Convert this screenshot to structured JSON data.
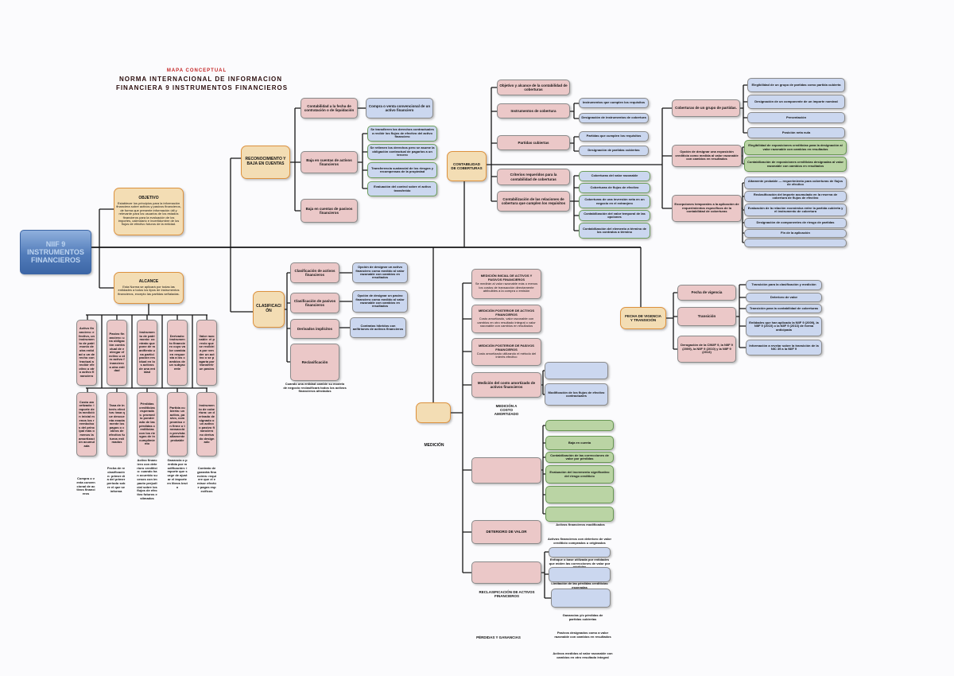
{
  "palette": {
    "title_red": "#c42525",
    "pink": "#ebc8c8",
    "blue": "#cbd7ef",
    "green": "#bad4a4",
    "orange_fill": "#f3ddb4",
    "orange_border": "#dd923e",
    "root_blue": "#4a74b5",
    "line": "#141414"
  },
  "page": {
    "title_red": "MAPA CONCEPTUAL",
    "title_line1": "NORMA INTERNACIONAL DE INFORMACION",
    "title_line2": "FINANCIERA 9   INSTRUMENTOS FINANCIEROS"
  },
  "root": {
    "label": "NIIF 9\nINSTRUMENTOS\nFINANCIEROS"
  },
  "objetivo": {
    "title": "OBJETIVO",
    "body": "Establecer los principios para la información financiera sobre activos y pasivos financieros, de forma que presente información útil y relevante para los usuarios de los estados financieros para la evaluación de los importes, calendario e incertidumbre de los flujos de efectivo futuros de la entidad."
  },
  "alcance": {
    "title": "ALCANCE",
    "body": "Esta Norma se aplicará por todas las entidades a todos los tipos de instrumentos financieros, excepto las partidas señaladas."
  },
  "definiciones": {
    "row1": [
      "Activo financiero: efectivo, un instrumento de patrimonio de otra entidad o un derecho contractual a recibir efectivo u otro activo financiero",
      "Pasivo financiero: una obligación contractual de entregar efectivo u otro activo financiero a otra entidad",
      "Instrumento de patrimonio: contrato que pone de manifiesto una participación residual en los activos de una entidad",
      "Derivado: instrumento financiero cuyo valor cambia en respuesta a los cambios de un subyacente",
      "Valor razonable: el precio que se recibiría por vender un activo o se pagaría por transferir un pasivo"
    ],
    "row2": [
      "Costo amortizado: importe de la medición inicial menos los reembolsos del principal más o menos la amortización acumulada",
      "Tasa de interés efectiva: tasa que descuenta exactamente los pagos o cobros de efectivo futuros estimados",
      "Pérdidas crediticias esperadas: promedio ponderado de las pérdidas crediticias con los riesgos de incumplimiento",
      "Partida cubierta: un activo, pasivo, compromiso en firme o transacción prevista altamente probable",
      "Instrumento de cobertura: un derivado designado o un activo o pasivo financiero no derivado designado"
    ],
    "notas": [
      "Compra o venta convencional de activos financieros",
      "Fecha de reclasificación: primer día del primer periodo sobre el que se informa",
      "Activo financiero con deterioro crediticio: cuando han ocurrido sucesos con impacto perjudicial sobre los flujos de efectivo futuros estimados",
      "Ganancia o pérdida por modificación: importe que surge de ajustar el importe en libros bruto",
      "Contrato de garantía financiera: requiere que el emisor efectúe pagos específicos"
    ]
  },
  "reconocimiento": {
    "title": "RECONOCIMIENTO Y\nBAJA EN CUENTAS",
    "p1": "Contabilidad a la fecha de contratación o de liquidación",
    "b1": "Compra o venta convencional de un activo financiero",
    "p2": "Baja en cuentas de activos financieros",
    "greens": [
      "Se transfieren los derechos contractuales a recibir los flujos de efectivo del activo financiero",
      "Se retienen los derechos pero se asume la obligación contractual de pagarlos a un tercero",
      "Transferencia sustancial de los riesgos y recompensas de la propiedad",
      "Evaluación del control sobre el activo transferido"
    ],
    "p3": "Baja en cuentas de pasivos financieros"
  },
  "coberturas": {
    "title": "CONTABILIDAD\nDE COBERTURAS",
    "p": [
      "Objetivo y alcance de la contabilidad de coberturas",
      "Instrumentos de cobertura",
      "Partidas cubiertas",
      "Criterios requeridos para la contabilidad de coberturas",
      "Contabilización de las relaciones de cobertura que cumplen los requisitos"
    ],
    "b": [
      "Instrumentos que cumplen los requisitos",
      "Designación de instrumentos de cobertura",
      "Partidas que cumplen los requisitos",
      "Designación de partidas cubiertas"
    ],
    "g": [
      "Coberturas del valor razonable",
      "Coberturas de flujos de efectivo",
      "Coberturas de una inversión neta en un negocio en el extranjero",
      "Contabilización del valor temporal de las opciones",
      "Contabilización del elemento a término de los contratos a término"
    ]
  },
  "grupo": {
    "r1": "Coberturas de un grupo de partidas.",
    "rb": [
      "Elegibilidad de un grupo de partidas como partida cubierta",
      "Designación de un componente de un importe nominal",
      "Presentación",
      "Posición neta nula"
    ],
    "r2": "Opción de designar una exposición crediticia como medida al valor razonable con cambios en resultados",
    "rg": [
      "Elegibilidad de exposiciones crediticias para la designación al valor razonable con cambios en resultados",
      "Contabilización de exposiciones crediticias designadas al valor razonable con cambios en resultados"
    ],
    "r3": "Excepciones temporales a la aplicación de requerimientos específicos de la contabilidad de coberturas",
    "xb": [
      "Altamente probable — requerimiento para coberturas de flujos de efectivo",
      "Reclasificación del importe acumulado en la reserva de cobertura de flujos de efectivo",
      "Evaluación de la relación económica entre la partida cubierta y el instrumento de cobertura",
      "Designación de componentes de riesgo de partidas",
      "Fin de la aplicación",
      ""
    ]
  },
  "clasificacion": {
    "title": "CLASIFICACIÓN",
    "c": [
      "Clasificación de activos financieros",
      "Clasificación de pasivos financieros",
      "Derivados implícitos",
      "Reclasificación"
    ],
    "nota": "Cuando una entidad cambie su modelo de negocio reclasificará todos los activos financieros afectados",
    "cb": [
      "Opción de designar un activo financiero como medido al valor razonable con cambios en resultados",
      "Opción de designar un pasivo financiero como medido al valor razonable con cambios en resultados",
      "Contratos híbridos con anfitriones de activos financieros"
    ]
  },
  "medicion": {
    "title": "MEDICIÓN",
    "m1_title": "MEDICIÓN INICIAL DE ACTIVOS Y PASIVOS FINANCIEROS",
    "m1_body": "Se medirán al valor razonable más o menos los costos de transacción directamente atribuibles a la compra o emisión",
    "m2_title": "MEDICIÓN POSTERIOR DE ACTIVOS FINANCIEROS",
    "m2_body": "Costo amortizado, valor razonable con cambios en otro resultado integral o valor razonable con cambios en resultados",
    "m3_title": "MEDICIÓN POSTERIOR DE PASIVOS FINANCIEROS",
    "m3_body": "Costo amortizado utilizando el método del interés efectivo",
    "m4": "Medición del costo amortizado de activos financieros",
    "m4_cap": "MEDICIÓN A\nCOSTO\nAMORTIZADO",
    "mb": [
      "",
      "Modificación de los flujos de efectivo contractuales"
    ],
    "m5": "",
    "gg": [
      "",
      "Baja en cuenta",
      "Contabilización de las correcciones de valor por pérdidas",
      "Evaluación del incremento significativo del riesgo crediticio",
      "",
      ""
    ],
    "gg_cap": "Activos financieros modificados",
    "m6": "DETERIORO DE VALOR",
    "m7": "",
    "m7_cap": "RECLASIFICACIÓN DE ACTIVOS\nFINANCIEROS",
    "t1": "Activos financieros con deterioro de valor crediticio comprados u originados",
    "t2": "Enfoque o base utilizada por entidades que miden las correcciones de valor por pérdidas",
    "t3": "Limitación de las pérdidas crediticias esperadas",
    "perdidas_cap": "PÉRDIDAS Y GANANCIAS",
    "n1": "Ganancias y/o pérdidas de\npartidas cubiertas",
    "n2": "Pasivos designados como a valor razonable con cambios en resultados",
    "n3": "Activos medidos al valor razonable con cambios en otro resultado integral"
  },
  "vigencia": {
    "title": "FECHA DE VIGENCIA\nY TRANSICIÓN",
    "f": [
      "Fecha de vigencia",
      "Transición",
      "Derogación de la CINIIF 9, la NIIF 9 (2009), la NIIF 9 (2010) y la NIIF 9 (2013)"
    ],
    "fb": [
      "Transición para la clasificación y medición",
      "Deterioro de valor",
      "Transición para la contabilidad de coberturas",
      "Entidades que han aplicado la NIIF 9 (2009), la NIIF 9 (2010) o la NIIF 9 (2013) de forma anticipada",
      "Información a revelar sobre la transición de la NIC 39 a la NIIF 9"
    ]
  }
}
